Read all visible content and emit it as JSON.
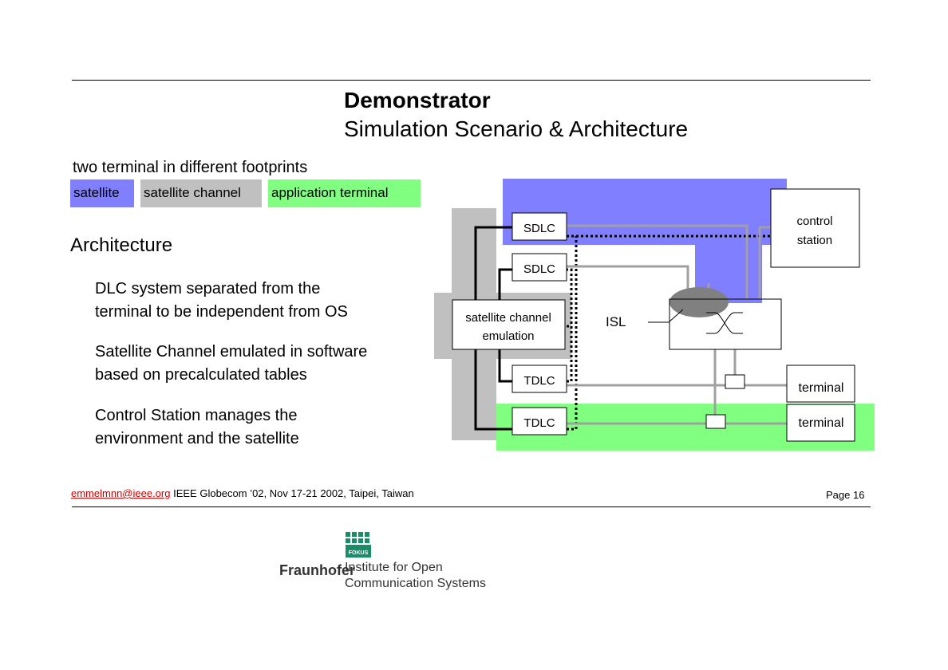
{
  "slide": {
    "title": "Demonstrator",
    "subtitle": "Simulation Scenario & Architecture"
  },
  "scenario": {
    "heading": "two terminal in different footprints",
    "legend": [
      {
        "label": "satellite",
        "color": "#7f7fff"
      },
      {
        "label": "satellite channel",
        "color": "#c0c0c0"
      },
      {
        "label": "application terminal",
        "color": "#80ff80"
      }
    ]
  },
  "architecture": {
    "heading": "Architecture",
    "points": [
      [
        "DLC system separated from the",
        "terminal to be independent from OS"
      ],
      [
        "Satellite Channel emulated in software",
        "based on precalculated tables"
      ],
      [
        "Control Station manages the",
        "environment and the satellite"
      ]
    ]
  },
  "diagram": {
    "sdlc_1": "SDLC",
    "sdlc_2": "SDLC",
    "emulation_line1": "satellite channel",
    "emulation_line2": "emulation",
    "tdlc_1": "TDLC",
    "tdlc_2": "TDLC",
    "isl": "ISL",
    "control_line1": "control",
    "control_line2": "station",
    "terminal_1": "terminal",
    "terminal_2": "terminal"
  },
  "footer": {
    "email": "emmelmnn@ieee.org",
    "conference": " IEEE Globecom ’02, Nov 17-21 2002, Taipei, Taiwan",
    "page": "Page 16"
  },
  "logo": {
    "badge": "FOKUS",
    "org": "Fraunhofer",
    "institute_line1": "Institute for Open",
    "institute_line2": "Communication Systems"
  }
}
